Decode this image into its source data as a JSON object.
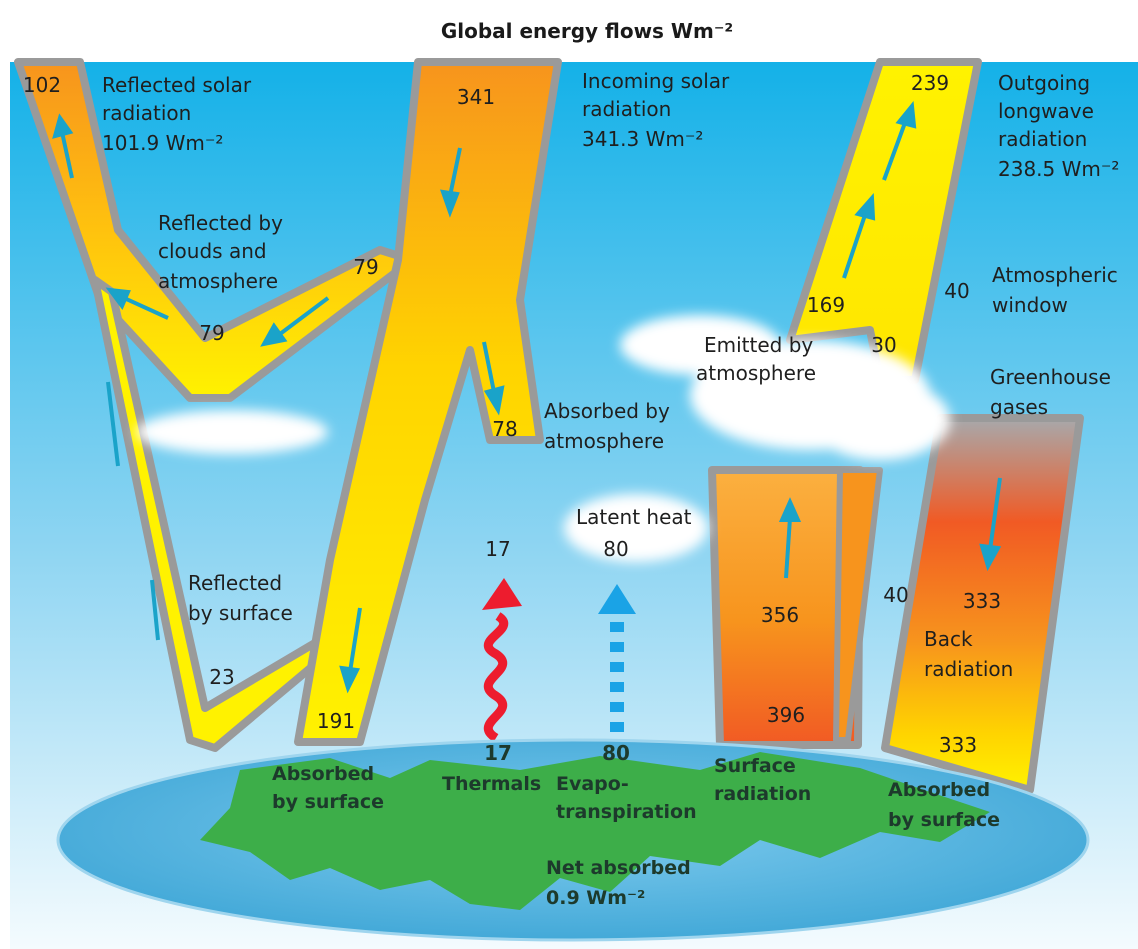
{
  "title": "Global energy flows Wm⁻²",
  "colors": {
    "sky_top": "#19b4ea",
    "sky_bottom": "#eaf7fd",
    "solar_yellow": "#ffe900",
    "solar_orange": "#f7941d",
    "surface_orange": "#f15a24",
    "flow_border": "#9a9a9a",
    "arrow_cyan": "#1aa3c9",
    "thermal_red": "#ed1c2e",
    "earth_ocean": "#5ab9e2",
    "earth_land": "#3dae49"
  },
  "flows": {
    "reflected_solar": {
      "value": "102",
      "label_1": "Reflected solar",
      "label_2": "radiation",
      "label_3": "101.9 Wm⁻²"
    },
    "incoming_solar": {
      "value": "341",
      "label_1": "Incoming solar",
      "label_2": "radiation",
      "label_3": "341.3 Wm⁻²"
    },
    "outgoing_longwave": {
      "value": "239",
      "label_1": "Outgoing",
      "label_2": "longwave",
      "label_3": "radiation",
      "label_4": "238.5 Wm⁻²"
    },
    "reflected_clouds": {
      "label_1": "Reflected by",
      "label_2": "clouds and",
      "label_3": "atmosphere",
      "value_in": "79",
      "value_out": "79"
    },
    "absorbed_atmosphere": {
      "value": "78",
      "label_1": "Absorbed by",
      "label_2": "atmosphere"
    },
    "atmospheric_window": {
      "value": "40",
      "label_1": "Atmospheric",
      "label_2": "window"
    },
    "emitted_atmosphere": {
      "value_1": "169",
      "value_2": "30",
      "label_1": "Emitted by",
      "label_2": "atmosphere"
    },
    "greenhouse": {
      "label_1": "Greenhouse",
      "label_2": "gases"
    },
    "latent_heat": {
      "label": "Latent heat",
      "value": "80"
    },
    "thermals_top": {
      "value": "17"
    },
    "reflected_surface": {
      "label_1": "Reflected",
      "label_2": "by surface",
      "value": "23"
    },
    "absorbed_surface_left": {
      "value": "191",
      "label_1": "Absorbed",
      "label_2": "by surface"
    },
    "surface_radiation": {
      "value_up": "356",
      "value_total": "396",
      "window_value": "40",
      "label_1": "Surface",
      "label_2": "radiation"
    },
    "back_radiation": {
      "value_top": "333",
      "label_1": "Back",
      "label_2": "radiation",
      "value_bottom": "333"
    },
    "absorbed_surface_right": {
      "label_1": "Absorbed",
      "label_2": "by surface"
    },
    "thermals": {
      "value": "17",
      "label": "Thermals"
    },
    "evapotranspiration": {
      "value": "80",
      "label_1": "Evapo-",
      "label_2": "transpiration"
    },
    "net_absorbed": {
      "label_1": "Net absorbed",
      "label_2": "0.9 Wm⁻²"
    }
  }
}
